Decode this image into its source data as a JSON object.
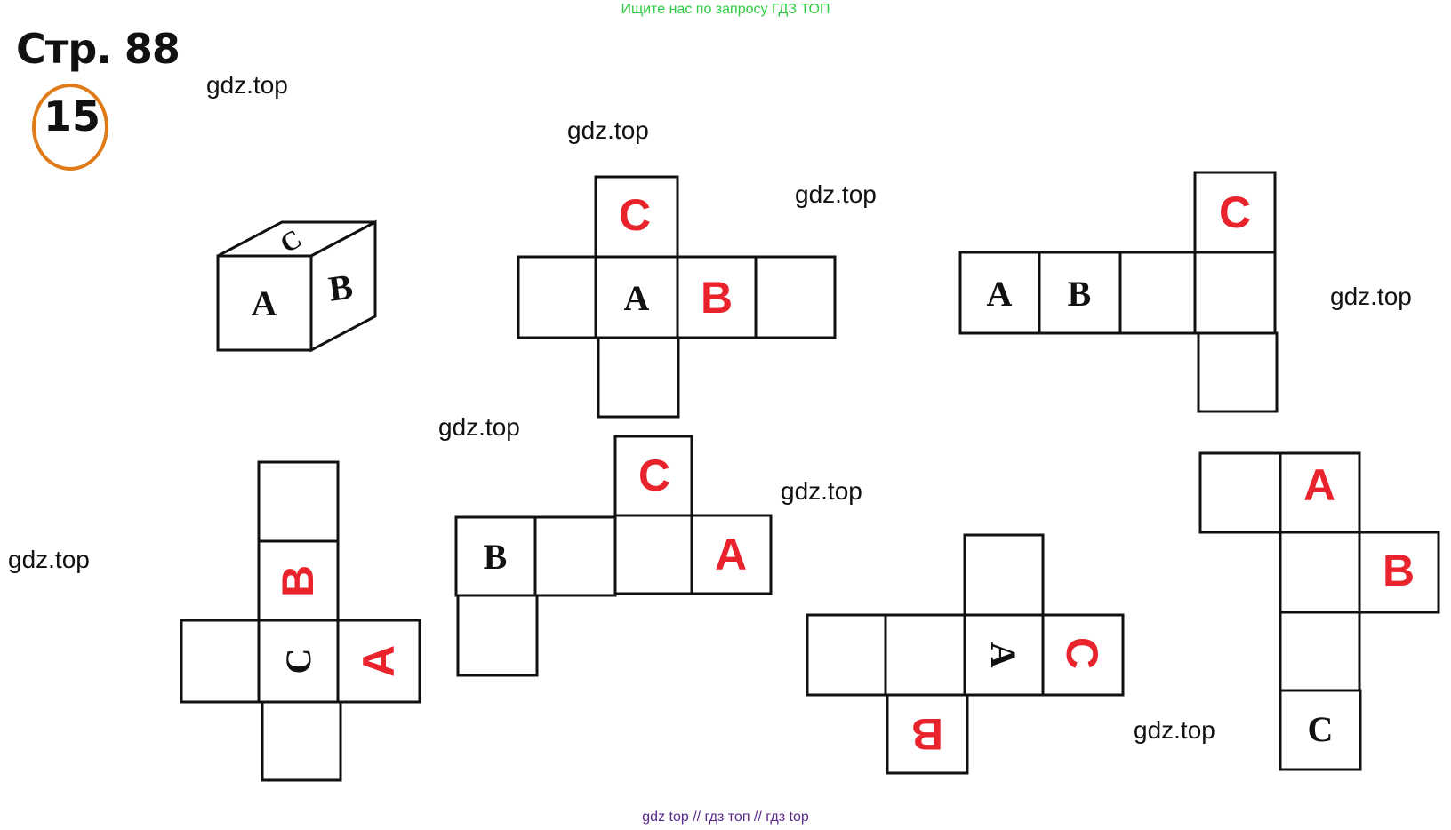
{
  "header": {
    "banner": "Ищите нас по запросу ГДЗ ТОП",
    "page_label": "Стр. 88",
    "exercise_number": "15"
  },
  "watermarks": [
    "gdz.top",
    "gdz.top",
    "gdz.top",
    "gdz.top",
    "gdz.top",
    "gdz.top",
    "gdz.top",
    "gdz.top"
  ],
  "cube": {
    "front": "A",
    "right": "B",
    "top": "C"
  },
  "letters": {
    "a": "A",
    "b": "B",
    "c": "C"
  },
  "footer": {
    "text": "gdz top  //  гдз топ  //  гдз top"
  },
  "colors": {
    "answer_letter": "#e8232c",
    "circle": "#e07b1a",
    "banner": "#2ecc40",
    "footer": "#5a2a8a"
  }
}
